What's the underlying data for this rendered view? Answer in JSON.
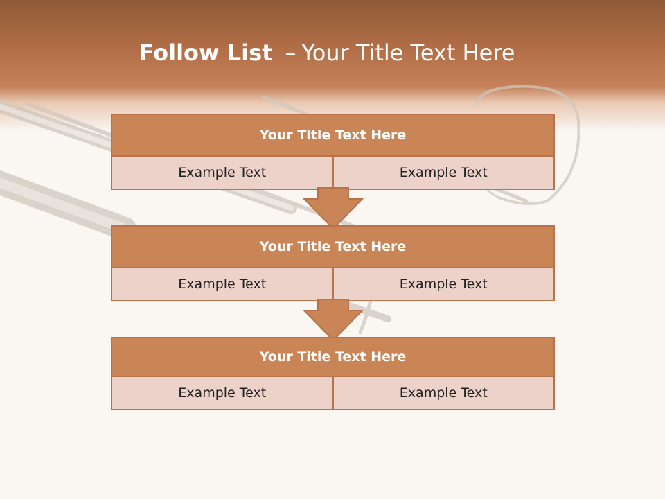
{
  "slide": {
    "title_bold": "Follow List",
    "title_dash": "–",
    "title_rest": "Your Title Text Here"
  },
  "blocks": [
    {
      "title": "Your Title Text Here",
      "cells": [
        "Example Text",
        "Example Text"
      ]
    },
    {
      "title": "Your Title Text Here",
      "cells": [
        "Example Text",
        "Example Text"
      ]
    },
    {
      "title": "Your Title Text Here",
      "cells": [
        "Example Text",
        "Example Text"
      ]
    }
  ],
  "colors": {
    "header": "#b06d46",
    "block_title": "#c98556",
    "block_body": "#ecd2c8",
    "border": "#b8734c"
  },
  "icons": {
    "connector": "down-arrow-icon",
    "background": "dental-instruments-photo"
  }
}
